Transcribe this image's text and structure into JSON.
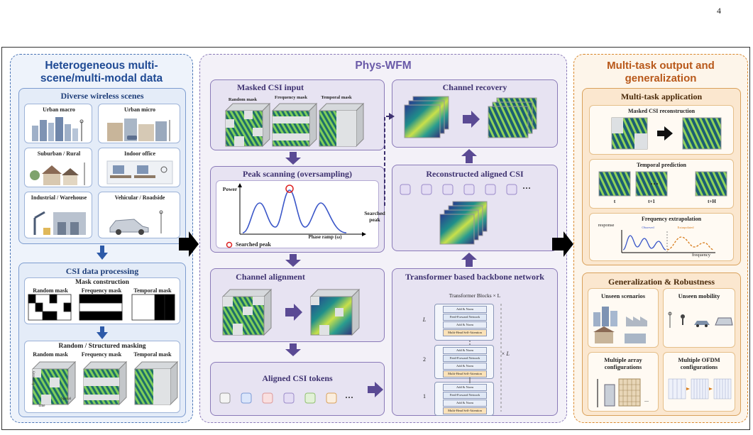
{
  "page_number": "4",
  "left": {
    "title": "Heterogeneous multi-scene/multi-modal data",
    "scenes_title": "Diverse wireless scenes",
    "scenes": [
      "Urban macro",
      "Urban micro",
      "Suburban / Rural",
      "Indoor office",
      "Industrial / Warehouse",
      "Vehicular / Roadside"
    ],
    "processing_title": "CSI data processing",
    "mask_construction_title": "Mask construction",
    "mask_labels": [
      "Random mask",
      "Frequency mask",
      "Temporal mask"
    ],
    "masking_title": "Random / Structured masking",
    "axis_labels": [
      "frequency",
      "time",
      "Spatial"
    ]
  },
  "middle": {
    "title": "Phys-WFM",
    "masked_input_title": "Masked CSI input",
    "mask_labels": [
      "Random mask",
      "Frequency mask",
      "Temporal mask"
    ],
    "peak_title": "Peak scanning (oversampling)",
    "power_label": "Power",
    "phase_label": "Phase ramp (ω)",
    "searched_peak_label": "Searched peak",
    "alignment_title": "Channel alignment",
    "tokens_title": "Aligned CSI tokens",
    "ellipsis": "···",
    "recovery_title": "Channel recovery",
    "reconstructed_title": "Reconstructed aligned CSI",
    "transformer_title": "Transformer based backbone network",
    "transformer_subtitle": "Transformer Blocks × L",
    "block_layers": [
      "Add & Norm",
      "Feed-Forward Network",
      "Add & Norm",
      "Multi-Head Self-Attention"
    ],
    "block_indices": [
      "L",
      "2",
      "1"
    ],
    "side_L": "× L",
    "searched_peak_arrow": "Searched peak"
  },
  "right": {
    "title": "Multi-task output and generalization",
    "multitask_title": "Multi-task application",
    "reconstruction_title": "Masked CSI reconstruction",
    "temporal_title": "Temporal prediction",
    "temporal_labels": [
      "t",
      "t+1",
      "t+H"
    ],
    "freq_title": "Frequency extrapolation",
    "response_label": "response",
    "frequency_label": "frequency",
    "observed_label": "Observed",
    "extrapolated_label": "Extrapolated",
    "generalization_title": "Generalization & Robustness",
    "gen_items": [
      "Unseen scenarios",
      "Unseen mobility",
      "Multiple array configurations",
      "Multiple OFDM configurations"
    ]
  },
  "colors": {
    "blue_accent": "#2d5aa8",
    "purple_accent": "#6a5aa8",
    "orange_accent": "#c0651a",
    "arrow_blue": "#2d5aa8",
    "arrow_purple": "#5a4a94"
  }
}
